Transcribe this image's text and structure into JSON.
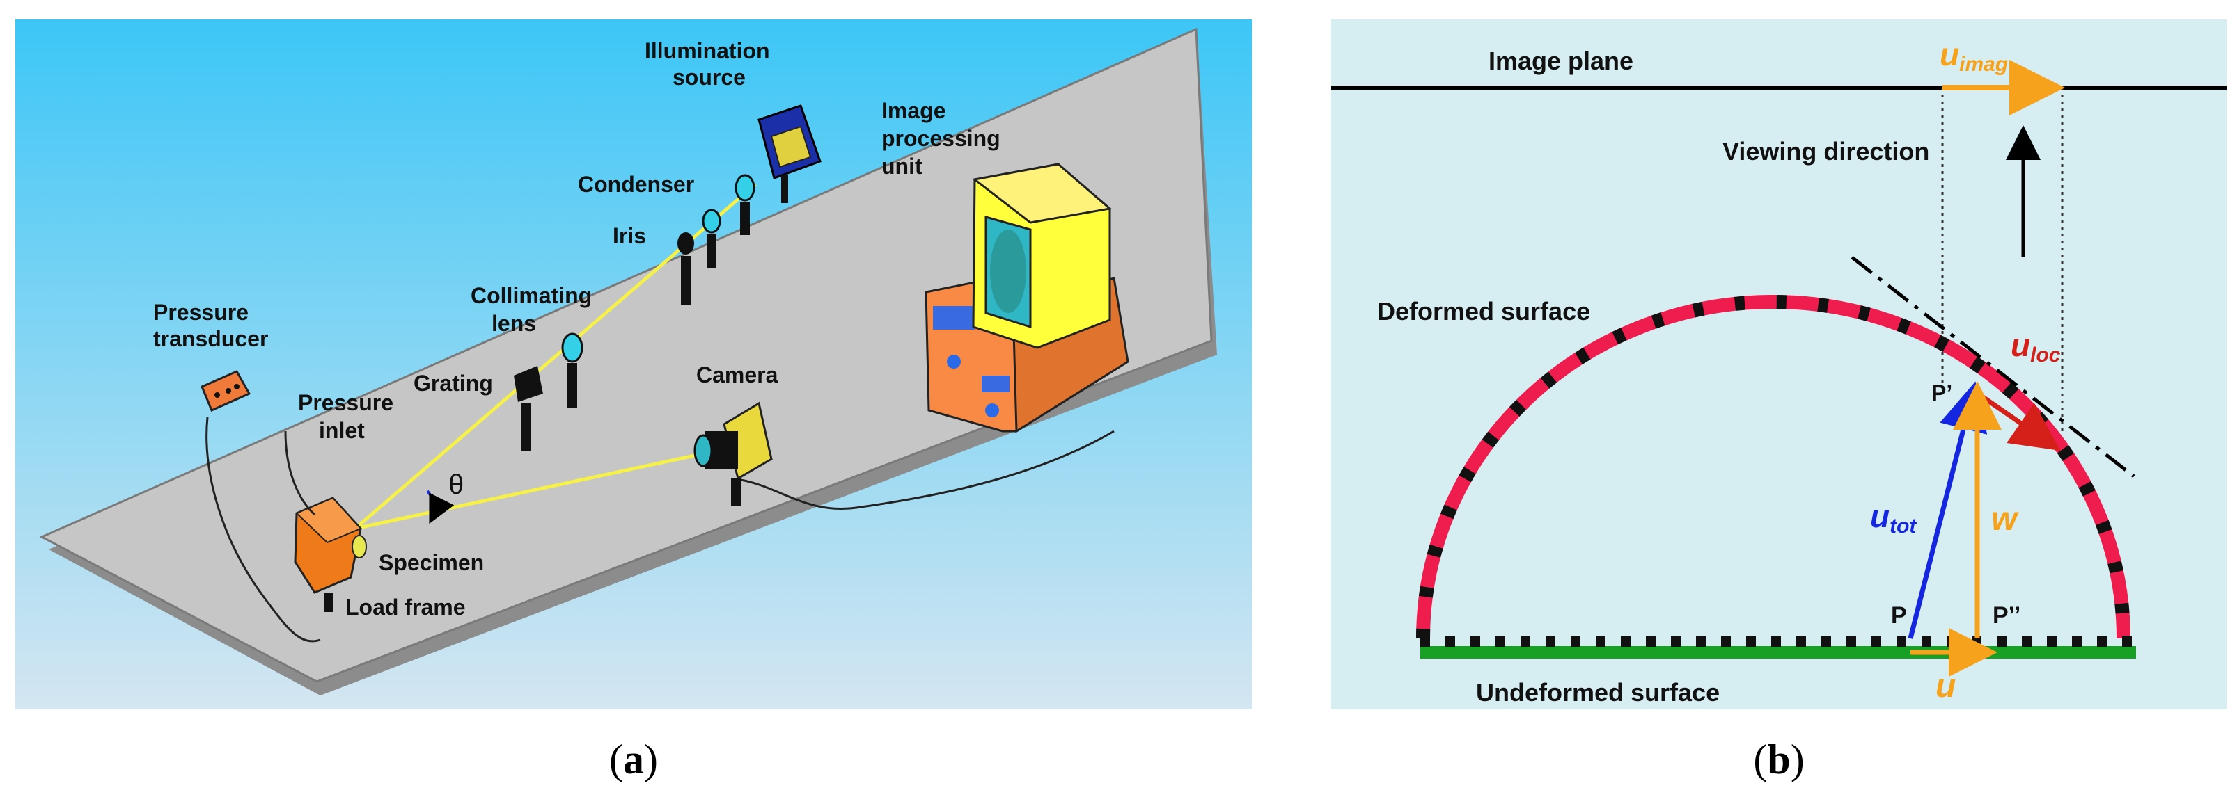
{
  "panel_a": {
    "caption_open": "(",
    "caption_letter": "a",
    "caption_close": ")",
    "labels": {
      "illumination_1": "Illumination",
      "illumination_2": "source",
      "image_proc_1": "Image",
      "image_proc_2": "processing",
      "image_proc_3": "unit",
      "condenser": "Condenser",
      "iris": "Iris",
      "collimating_1": "Collimating",
      "collimating_2": "lens",
      "pressure_transducer_1": "Pressure",
      "pressure_transducer_2": "transducer",
      "grating": "Grating",
      "camera": "Camera",
      "pressure_inlet_1": "Pressure",
      "pressure_inlet_2": "inlet",
      "theta": "θ",
      "specimen": "Specimen",
      "load_frame": "Load frame"
    },
    "colors": {
      "background_top": "#3cc6f6",
      "background_bottom": "#d4e6f1",
      "table": "#c6c6c6",
      "beam": "#f5f04a",
      "camera": "#e9d93c",
      "computer": "#f88a46",
      "monitor": "#ffff3c",
      "screen": "#2fb7c6",
      "source": "#1b2fa8",
      "specimen": "#ef7a1a"
    }
  },
  "panel_b": {
    "caption_open": "(",
    "caption_letter": "b",
    "caption_close": ")",
    "labels": {
      "image_plane": "Image plane",
      "u_imag_main": "u",
      "u_imag_sub": "imag",
      "viewing_direction": "Viewing direction",
      "deformed_surface": "Deformed surface",
      "u_loc_main": "u",
      "u_loc_sub": "loc",
      "p_prime": "P’",
      "u_tot_main": "u",
      "u_tot_sub": "tot",
      "w": "w",
      "p": "P",
      "p_double_prime": "P’’",
      "undeformed_surface": "Undeformed surface",
      "u": "u"
    },
    "colors": {
      "background": "#d6edf2",
      "deformed": "#ee1d4e",
      "undeformed": "#18a025",
      "orange": "#f7a21c",
      "blue": "#1426e0",
      "red": "#d42018"
    }
  }
}
